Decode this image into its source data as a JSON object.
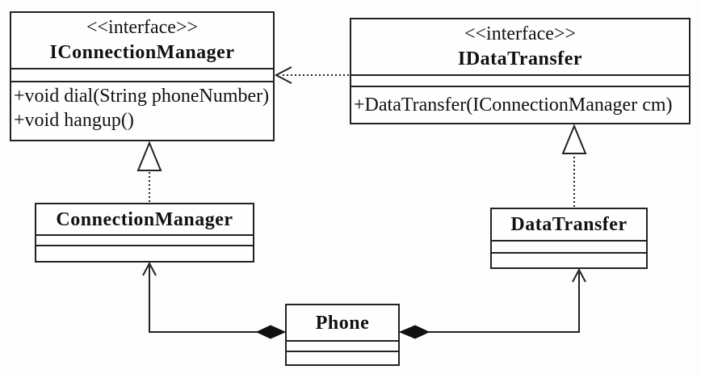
{
  "diagram": {
    "kind": "uml-class-diagram",
    "background_color": "#fdfdfd",
    "line_color": "#222222",
    "text_color": "#111111"
  },
  "classes": {
    "iconnectionmanager": {
      "stereotype": "<<interface>>",
      "name": "IConnectionManager",
      "attributes": [],
      "methods": [
        "+void dial(String phoneNumber)",
        "+void hangup()"
      ]
    },
    "idatatransfer": {
      "stereotype": "<<interface>>",
      "name": "IDataTransfer",
      "attributes": [],
      "methods": [
        "+DataTransfer(IConnectionManager cm)"
      ]
    },
    "connectionmanager": {
      "name": "ConnectionManager",
      "attributes": [],
      "methods": []
    },
    "datatransfer": {
      "name": "DataTransfer",
      "attributes": [],
      "methods": []
    },
    "phone": {
      "name": "Phone",
      "attributes": [],
      "methods": []
    }
  },
  "relationships": [
    {
      "type": "realization",
      "from": "ConnectionManager",
      "to": "IConnectionManager",
      "line": "dotted",
      "arrow": "hollow-triangle"
    },
    {
      "type": "realization",
      "from": "DataTransfer",
      "to": "IDataTransfer",
      "line": "dotted",
      "arrow": "hollow-triangle"
    },
    {
      "type": "dependency",
      "from": "IDataTransfer",
      "to": "IConnectionManager",
      "line": "dotted",
      "arrow": "open"
    },
    {
      "type": "composition",
      "whole": "Phone",
      "part": "ConnectionManager",
      "line": "solid",
      "arrow": "open",
      "diamond": "filled"
    },
    {
      "type": "composition",
      "whole": "Phone",
      "part": "DataTransfer",
      "line": "solid",
      "arrow": "open",
      "diamond": "filled"
    }
  ]
}
